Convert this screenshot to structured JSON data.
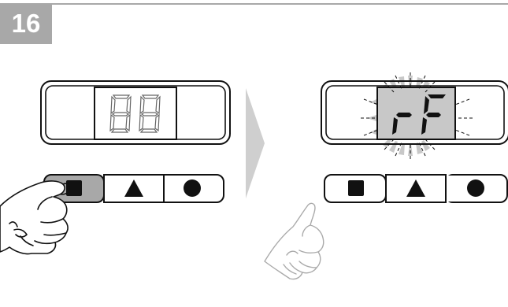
{
  "step": {
    "number": "16"
  },
  "before_panel": {
    "display": {
      "state": "blank",
      "segment_color": "#666666"
    },
    "buttons": [
      {
        "name": "square-icon",
        "pressed": true
      },
      {
        "name": "triangle-icon",
        "pressed": false
      },
      {
        "name": "circle-icon",
        "pressed": false
      }
    ]
  },
  "transition": {
    "arrow_icon": "chevron-right-icon"
  },
  "after_panel": {
    "display": {
      "state": "flashing",
      "text": "rF",
      "background_color": "#c8c8c8"
    },
    "buttons": [
      {
        "name": "square-icon",
        "pressed": false
      },
      {
        "name": "triangle-icon",
        "pressed": false
      },
      {
        "name": "circle-icon",
        "pressed": false
      }
    ]
  },
  "colors": {
    "badge": "#a8a8a8",
    "outline": "#111111",
    "pressed_button": "#a8a8a8",
    "arrow": "#cfcfcf",
    "faded_hand": "#aaaaaa"
  }
}
